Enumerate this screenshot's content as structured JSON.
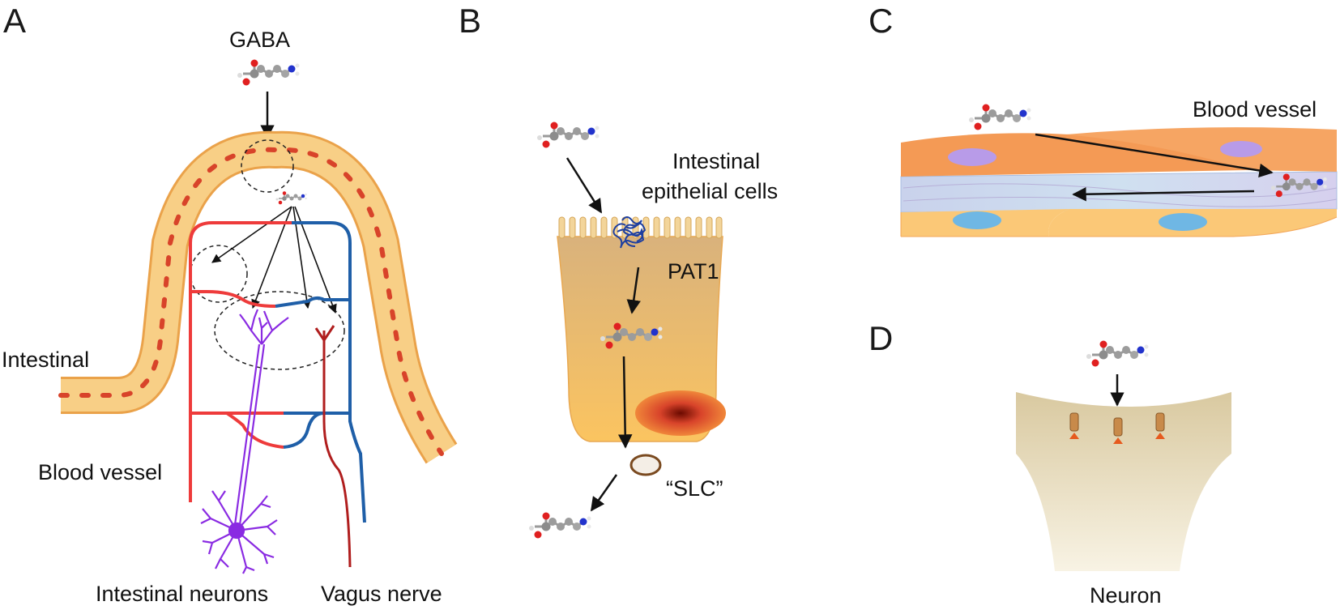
{
  "panels": {
    "a": {
      "letter": "A",
      "gaba": "GABA",
      "intestinal": "Intestinal",
      "blood_vessel": "Blood vessel",
      "intestinal_neurons": "Intestinal neurons",
      "vagus_nerve": "Vagus nerve"
    },
    "b": {
      "letter": "B",
      "epithelial_line1": "Intestinal",
      "epithelial_line2": "epithelial cells",
      "pat1": "PAT1",
      "slc": "“SLC”"
    },
    "c": {
      "letter": "C",
      "blood_vessel": "Blood vessel"
    },
    "d": {
      "letter": "D",
      "neuron": "Neuron"
    }
  },
  "colors": {
    "epithelium": "#f7c878",
    "epithelium_edge": "#eaa24a",
    "nucleus_red": "#d8432a",
    "artery": "#ee3b3b",
    "vein": "#1f5fa8",
    "neuron": "#8a2be2",
    "vagus": "#b01e1e",
    "cell_orange": "#f49a55",
    "cell_light": "#fbc877",
    "nucleus_purple": "#b89be8",
    "nucleus_blue": "#6fb7e4",
    "neuron_body": "#efe2bd"
  },
  "icons": [
    "gaba-molecule-icon",
    "pat1-protein-icon",
    "slc-transporter-icon",
    "receptor-icon"
  ]
}
